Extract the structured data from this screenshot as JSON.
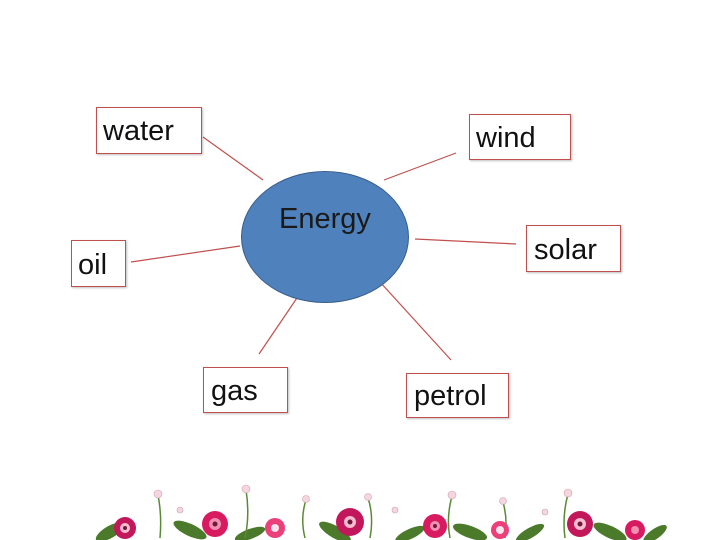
{
  "diagram": {
    "center": {
      "label": "Energy",
      "fill_color": "#4f81bd"
    },
    "nodes": [
      {
        "label": "water"
      },
      {
        "label": "wind"
      },
      {
        "label": "oil"
      },
      {
        "label": "solar"
      },
      {
        "label": "gas"
      },
      {
        "label": "petrol"
      }
    ],
    "box_border_color": "#c0504d",
    "connector_color": "#c0504d"
  },
  "decoration": {
    "footer": "pink flower and leaf border"
  }
}
